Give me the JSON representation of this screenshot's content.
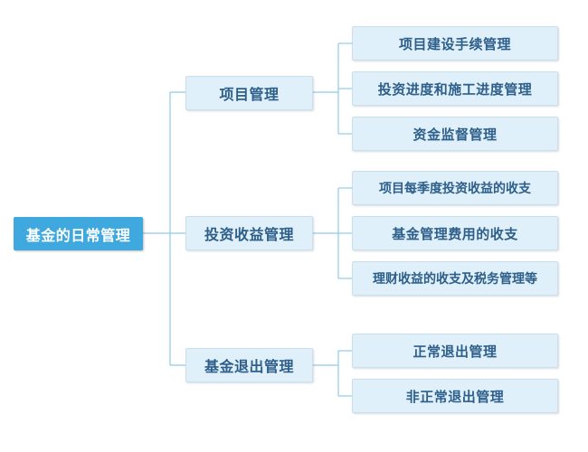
{
  "root": "基金的日常管理",
  "branches": [
    {
      "label": "项目管理",
      "leaves": [
        "项目建设手续管理",
        "投资进度和施工进度管理",
        "资金监督管理"
      ]
    },
    {
      "label": "投资收益管理",
      "leaves": [
        "项目每季度投资收益的收支",
        "基金管理费用的收支",
        "理财收益的收支及税务管理等"
      ]
    },
    {
      "label": "基金退出管理",
      "leaves": [
        "正常退出管理",
        "非正常退出管理"
      ]
    }
  ],
  "colors": {
    "root_bg": "#3ea8df",
    "node_bg": "#dff0fa",
    "node_text": "#2e5f8a",
    "line": "#8ecbe6"
  }
}
